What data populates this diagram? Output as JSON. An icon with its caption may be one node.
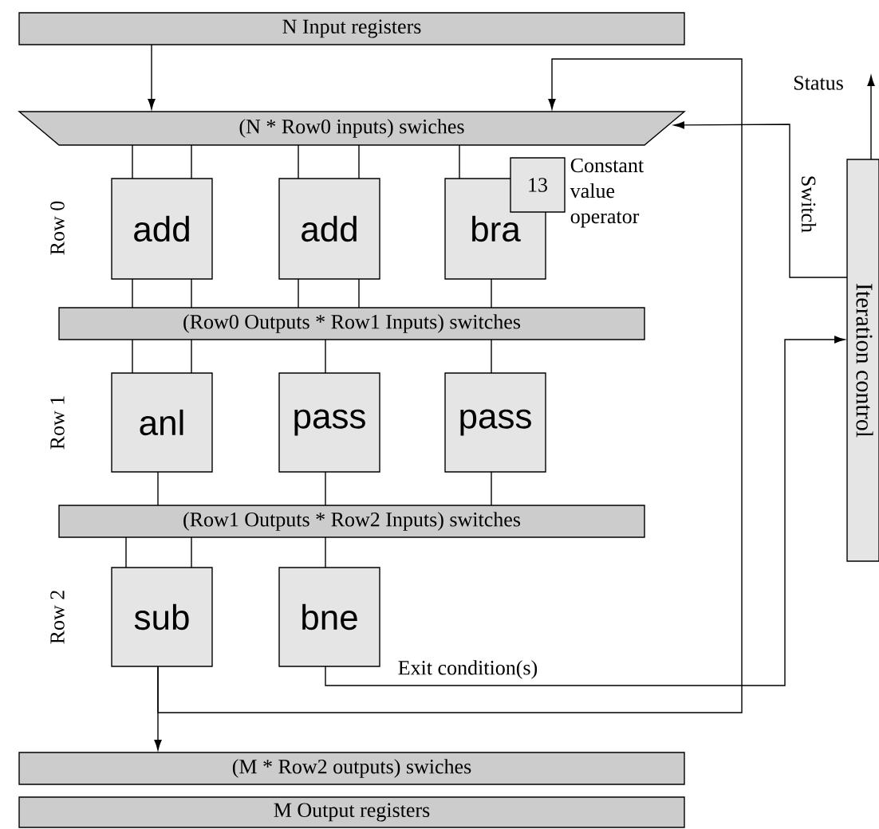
{
  "diagram": {
    "nodes": [
      {
        "text": [
          "N Input registers"
        ]
      },
      {
        "text": [
          "(N * Row0 inputs) swiches"
        ]
      },
      {
        "text": [
          "add"
        ]
      },
      {
        "text": [
          "add"
        ]
      },
      {
        "text": [
          "bra"
        ]
      },
      {
        "text": [
          "13"
        ],
        "beside": [
          "Constant value operator"
        ]
      },
      {
        "text": [
          "(Row0 Outputs * Row1 Inputs) switches"
        ]
      },
      {
        "text": [
          "anl"
        ]
      },
      {
        "text": [
          "pass"
        ]
      },
      {
        "text": [
          "pass"
        ]
      },
      {
        "text": [
          "(Row1 Outputs * Row2 Inputs) switches"
        ]
      },
      {
        "text": [
          "sub"
        ]
      },
      {
        "text": [
          "bne"
        ]
      },
      {
        "text": [
          "(M * Row2 outputs) swiches"
        ]
      },
      {
        "text": [
          "M Output registers"
        ]
      },
      {
        "text": [
          "Iteration control"
        ]
      }
    ],
    "edges": [
      {
        "from": 0,
        "to": 1,
        "arrow": "to"
      },
      {
        "from": 1,
        "to": 2,
        "arrow": "none"
      },
      {
        "from": 1,
        "to": 2,
        "arrow": "none"
      },
      {
        "from": 1,
        "to": 3,
        "arrow": "none"
      },
      {
        "from": 1,
        "to": 3,
        "arrow": "none"
      },
      {
        "from": 1,
        "to": 4,
        "arrow": "none"
      },
      {
        "from": 2,
        "to": 6,
        "arrow": "none"
      },
      {
        "from": 2,
        "to": 6,
        "arrow": "none"
      },
      {
        "from": 3,
        "to": 6,
        "arrow": "none"
      },
      {
        "from": 3,
        "to": 6,
        "arrow": "none"
      },
      {
        "from": 4,
        "to": 6,
        "arrow": "none"
      },
      {
        "from": 6,
        "to": 7,
        "arrow": "none"
      },
      {
        "from": 6,
        "to": 7,
        "arrow": "none"
      },
      {
        "from": 6,
        "to": 8,
        "arrow": "none"
      },
      {
        "from": 6,
        "to": 9,
        "arrow": "none"
      },
      {
        "from": 7,
        "to": 10,
        "arrow": "none"
      },
      {
        "from": 8,
        "to": 10,
        "arrow": "none"
      },
      {
        "from": 9,
        "to": 10,
        "arrow": "none"
      },
      {
        "from": 10,
        "to": 11,
        "arrow": "none"
      },
      {
        "from": 10,
        "to": 11,
        "arrow": "none"
      },
      {
        "from": 10,
        "to": 12,
        "arrow": "none"
      },
      {
        "from": 11,
        "to": 13,
        "arrow": "to"
      },
      {
        "from": 11,
        "to": 1,
        "arrow": "to"
      },
      {
        "from": 12,
        "to": 15,
        "arrow": "to",
        "label": "Exit condition(s)"
      },
      {
        "from": 15,
        "to": 1,
        "arrow": "to",
        "label": "Switch"
      },
      {
        "from": 15,
        "to": null,
        "arrow": "to",
        "label": "Status"
      }
    ],
    "labels": [
      "Row 0",
      "Row 1",
      "Row 2"
    ]
  }
}
